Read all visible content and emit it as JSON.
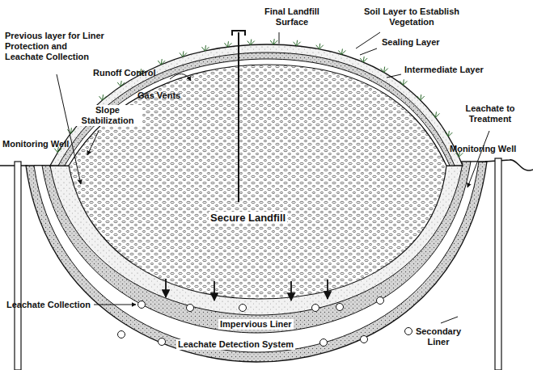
{
  "diagram": {
    "labels": [
      "Previous layer for Liner Protection and Leachate Collection",
      "Final Landfill Surface",
      "Soil Layer to Establish Vegetation",
      "Gas Vents",
      "Runoff Control",
      "Sealing Layer",
      "Intermediate Layer",
      "Slope Stabilization",
      "Leachate to Treatment",
      "Monitoring Well",
      "Monitoring Well",
      "Secure Landfill",
      "Impervious Liner",
      "Leachate Collection",
      "Leachate Detection System",
      "Secondary Liner"
    ]
  }
}
